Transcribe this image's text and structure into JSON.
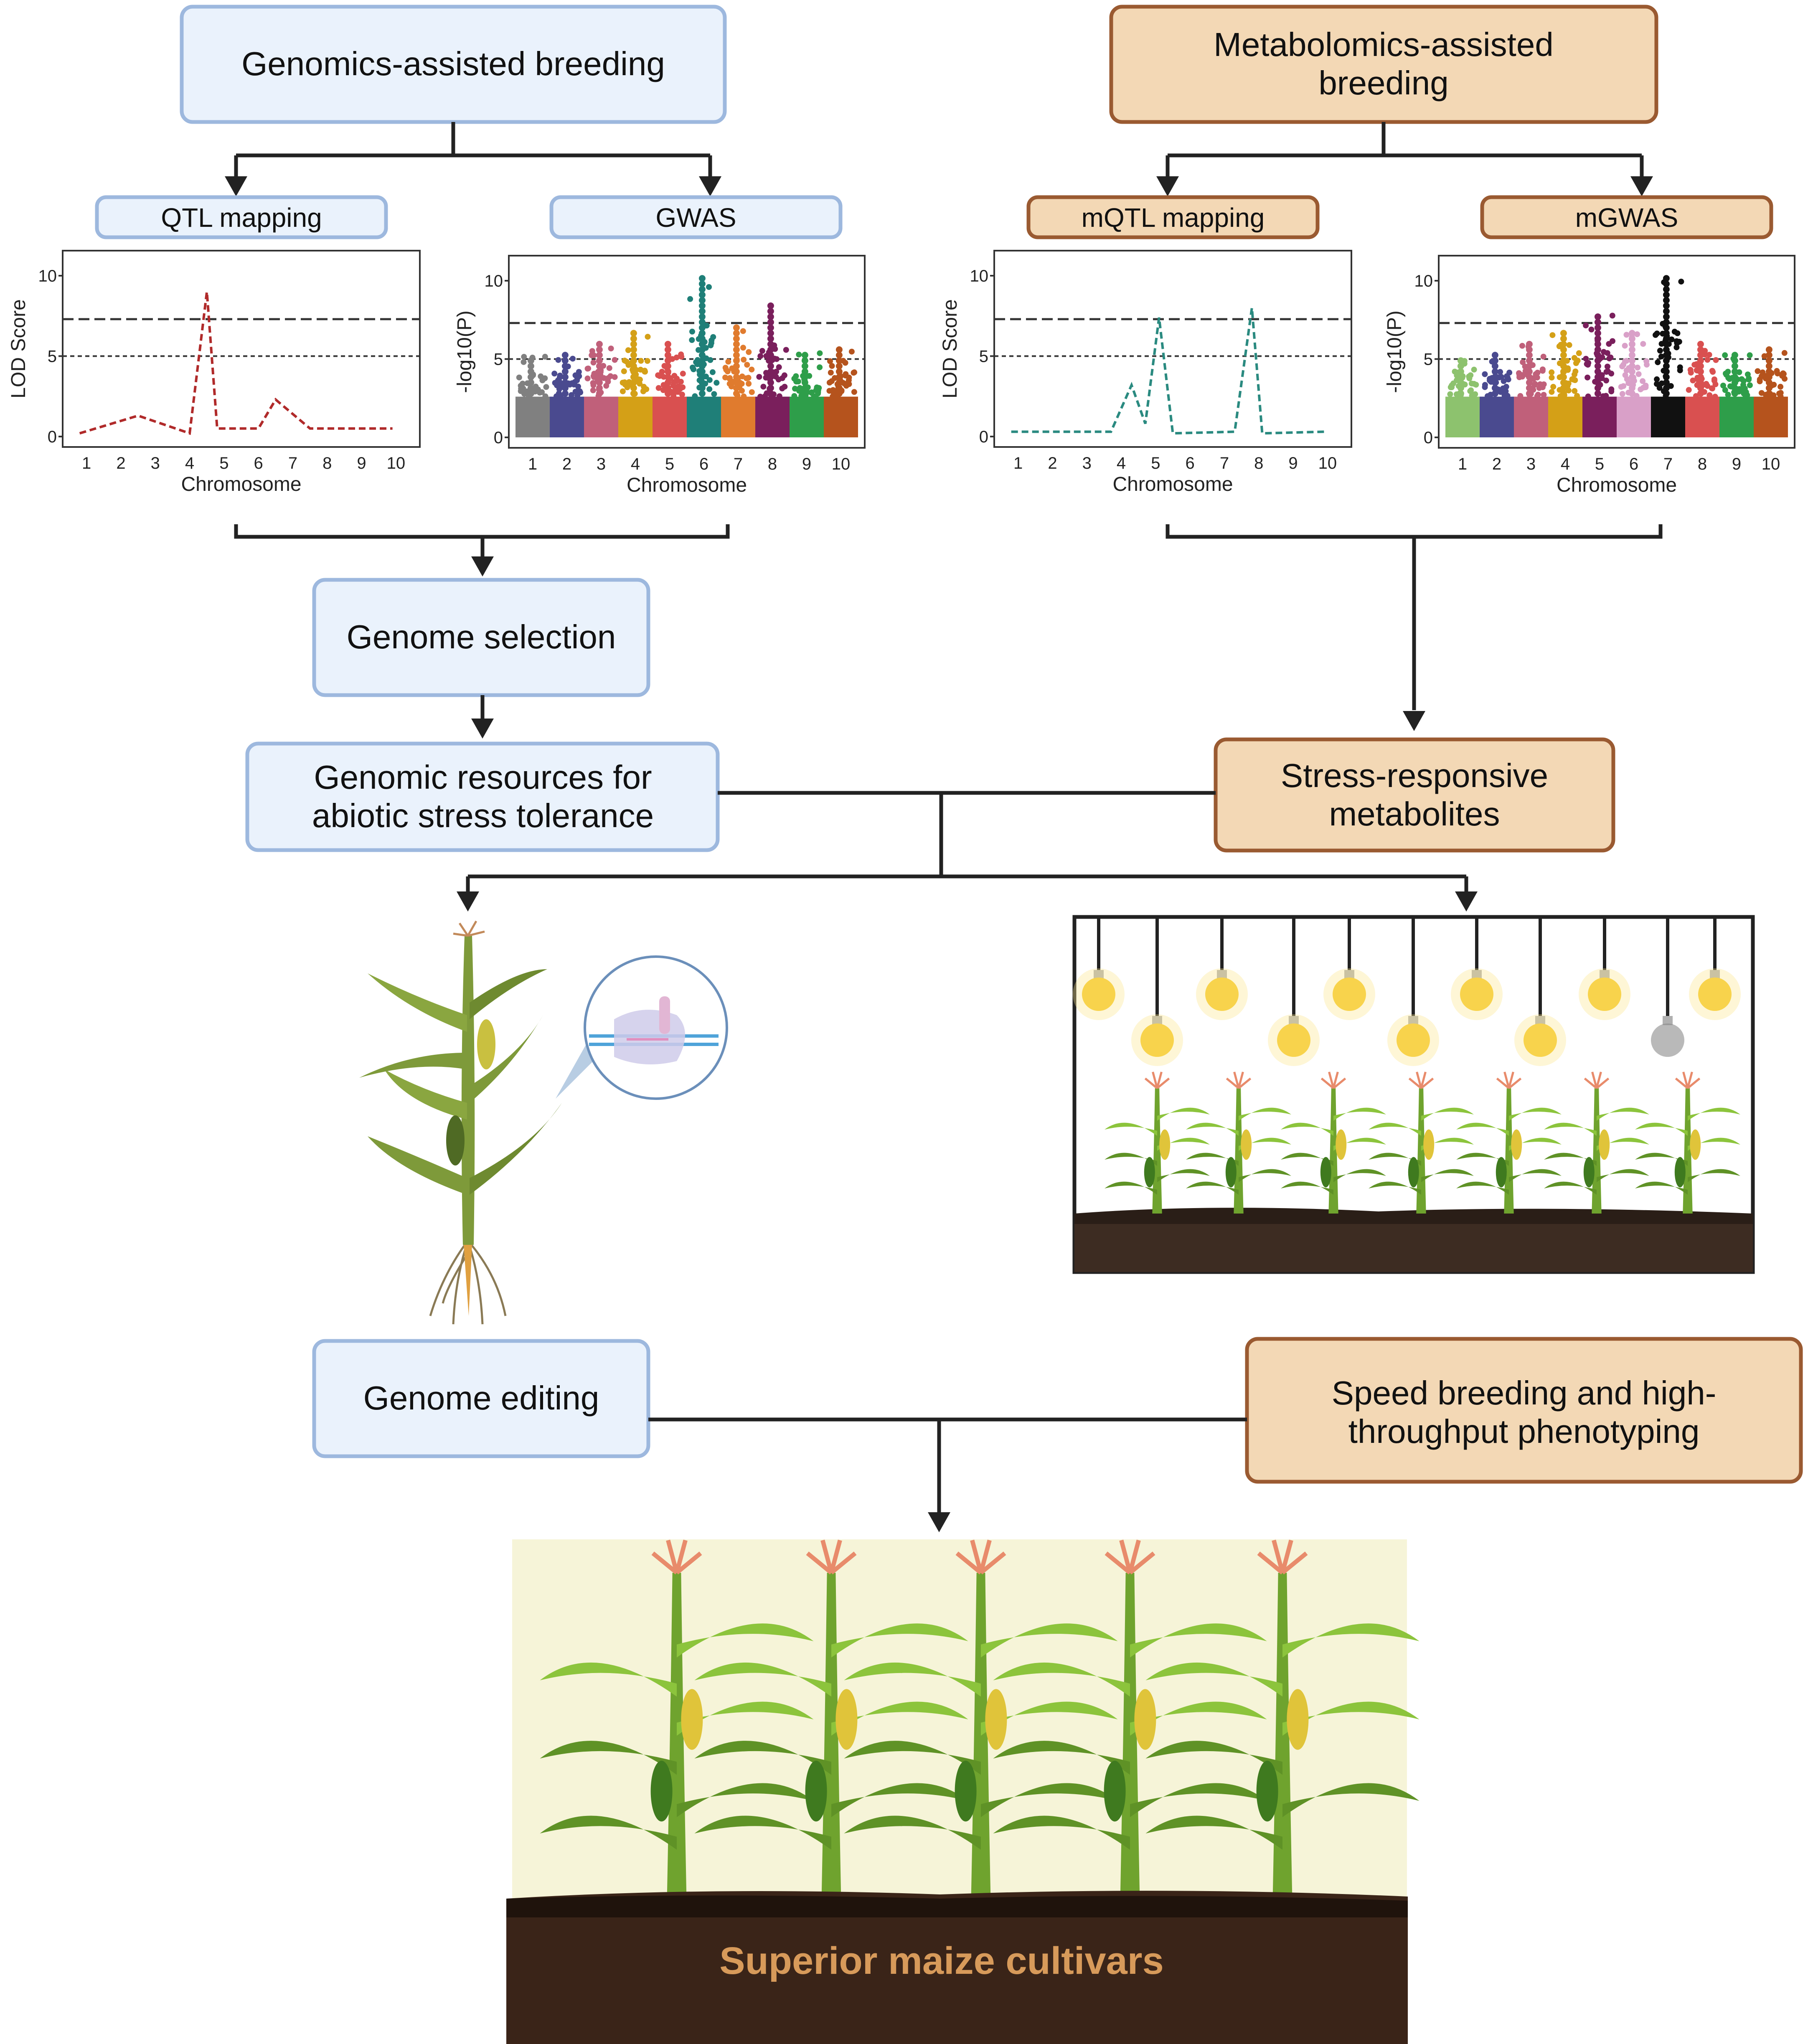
{
  "boxes": {
    "genomics_breeding": "Genomics-assisted breeding",
    "metabolomics_breeding_line1": "Metabolomics-assisted",
    "metabolomics_breeding_line2": "breeding",
    "qtl_mapping": "QTL mapping",
    "gwas": "GWAS",
    "mqtl_mapping": "mQTL mapping",
    "mgwas": "mGWAS",
    "genome_selection": "Genome selection",
    "genomic_resources_line1": "Genomic resources for",
    "genomic_resources_line2": "abiotic stress tolerance",
    "stress_metabolites_line1": "Stress-responsive",
    "stress_metabolites_line2": "metabolites",
    "genome_editing": "Genome editing",
    "speed_breeding_line1": "Speed breeding and  high-",
    "speed_breeding_line2": "throughput phenotyping"
  },
  "footer_label": "Superior maize cultivars",
  "chart_data": [
    {
      "type": "line",
      "ylabel": "LOD Score",
      "xlabel": "Chromosome",
      "ylim": [
        0,
        10
      ],
      "yticks": [
        "0",
        "5",
        "10"
      ],
      "xticks": [
        "1",
        "2",
        "3",
        "4",
        "5",
        "6",
        "7",
        "8",
        "9",
        "10"
      ],
      "line_color": "#b02a2a",
      "thresholds": [
        7.3,
        5
      ],
      "points": [
        [
          0.3,
          0.2
        ],
        [
          2.0,
          1.3
        ],
        [
          3.5,
          0.2
        ],
        [
          4.0,
          9.0
        ],
        [
          4.3,
          0.5
        ],
        [
          5.5,
          0.5
        ],
        [
          6.0,
          2.3
        ],
        [
          7.0,
          0.5
        ],
        [
          8.0,
          0.5
        ],
        [
          9.4,
          0.5
        ]
      ]
    },
    {
      "type": "scatter",
      "ylabel": "-log10(P)",
      "xlabel": "Chromosome",
      "ylim": [
        0,
        10
      ],
      "yticks": [
        "0",
        "5",
        "10"
      ],
      "xticks": [
        "1",
        "2",
        "3",
        "4",
        "5",
        "6",
        "7",
        "8",
        "9",
        "10"
      ],
      "thresholds": [
        7.3,
        5
      ],
      "colors": [
        "#808080",
        "#4a4a8f",
        "#c0607a",
        "#d4a017",
        "#d95050",
        "#1f7f78",
        "#e07b2e",
        "#7a1f5c",
        "#2e9e4a",
        "#b5531d"
      ],
      "peaks": [
        5.2,
        5.3,
        6.2,
        6.8,
        6.2,
        10.2,
        7.0,
        8.4,
        5.5,
        5.6
      ]
    },
    {
      "type": "line",
      "ylabel": "LOD Score",
      "xlabel": "Chromosome",
      "ylim": [
        0,
        10
      ],
      "yticks": [
        "0",
        "5",
        "10"
      ],
      "xticks": [
        "1",
        "2",
        "3",
        "4",
        "5",
        "6",
        "7",
        "8",
        "9",
        "10"
      ],
      "line_color": "#2a8a80",
      "thresholds": [
        7.3,
        5
      ],
      "points": [
        [
          0.3,
          0.3
        ],
        [
          3.2,
          0.3
        ],
        [
          3.8,
          3.2
        ],
        [
          4.2,
          0.8
        ],
        [
          4.6,
          7.4
        ],
        [
          5.0,
          0.2
        ],
        [
          6.8,
          0.3
        ],
        [
          7.3,
          8.0
        ],
        [
          7.6,
          0.2
        ],
        [
          9.4,
          0.3
        ]
      ]
    },
    {
      "type": "scatter",
      "ylabel": "-log10(P)",
      "xlabel": "Chromosome",
      "ylim": [
        0,
        10
      ],
      "yticks": [
        "0",
        "5",
        "10"
      ],
      "xticks": [
        "1",
        "2",
        "3",
        "4",
        "5",
        "6",
        "7",
        "8",
        "9",
        "10"
      ],
      "thresholds": [
        7.3,
        5
      ],
      "colors": [
        "#8dc26e",
        "#4a4a8f",
        "#c0607a",
        "#d4a017",
        "#7a1f5c",
        "#d9a0c8",
        "#111111",
        "#d95050",
        "#2e9e4a",
        "#b5531d"
      ],
      "peaks": [
        5.1,
        5.3,
        6.2,
        6.8,
        7.8,
        6.8,
        10.2,
        6.0,
        5.5,
        5.7
      ]
    }
  ]
}
